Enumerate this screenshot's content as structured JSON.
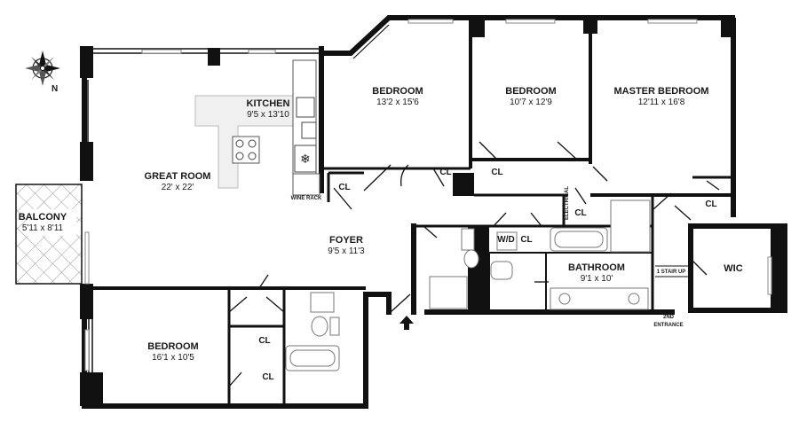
{
  "compass": {
    "north_label": "N"
  },
  "rooms": {
    "great_room": {
      "name": "GREAT ROOM",
      "dims": "22' x 22'"
    },
    "kitchen": {
      "name": "KITCHEN",
      "dims": "9'5 x 13'10"
    },
    "wine_rack": {
      "name": "WINE RACK"
    },
    "balcony": {
      "name": "BALCONY",
      "dims": "5'11 x 8'11"
    },
    "foyer": {
      "name": "FOYER",
      "dims": "9'5 x 11'3"
    },
    "bedroom_1": {
      "name": "BEDROOM",
      "dims": "13'2 x 15'6"
    },
    "bedroom_2": {
      "name": "BEDROOM",
      "dims": "10'7 x 12'9"
    },
    "master_bedroom": {
      "name": "MASTER BEDROOM",
      "dims": "12'11 x 16'8"
    },
    "bedroom_3": {
      "name": "BEDROOM",
      "dims": "16'1 x 10'5"
    },
    "bathroom": {
      "name": "BATHROOM",
      "dims": "9'1 x 10'"
    },
    "wic": {
      "name": "WIC"
    }
  },
  "closets": {
    "cl_foyer": "CL",
    "cl_bed1": "CL",
    "cl_bed2": "CL",
    "cl_master": "CL",
    "cl_electrical": "CL",
    "cl_wd": "CL",
    "cl_bed3_a": "CL",
    "cl_bed3_b": "CL"
  },
  "labels": {
    "wd": "W/D",
    "electrical": "ELECTRICAL",
    "stair": "1 STAIR UP",
    "second_entrance_line1": "2ND",
    "second_entrance_line2": "ENTRANCE"
  }
}
